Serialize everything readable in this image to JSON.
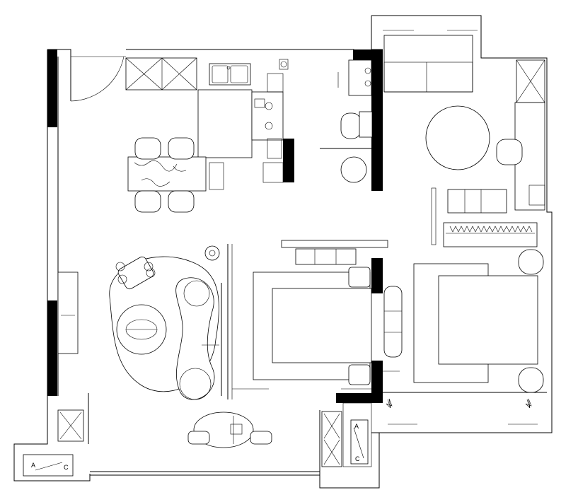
{
  "plan": {
    "top_caption": "",
    "ac_units": [
      {
        "left_letter": "A",
        "right_letter": "C"
      },
      {
        "left_letter": "A",
        "right_letter": "C"
      }
    ]
  }
}
